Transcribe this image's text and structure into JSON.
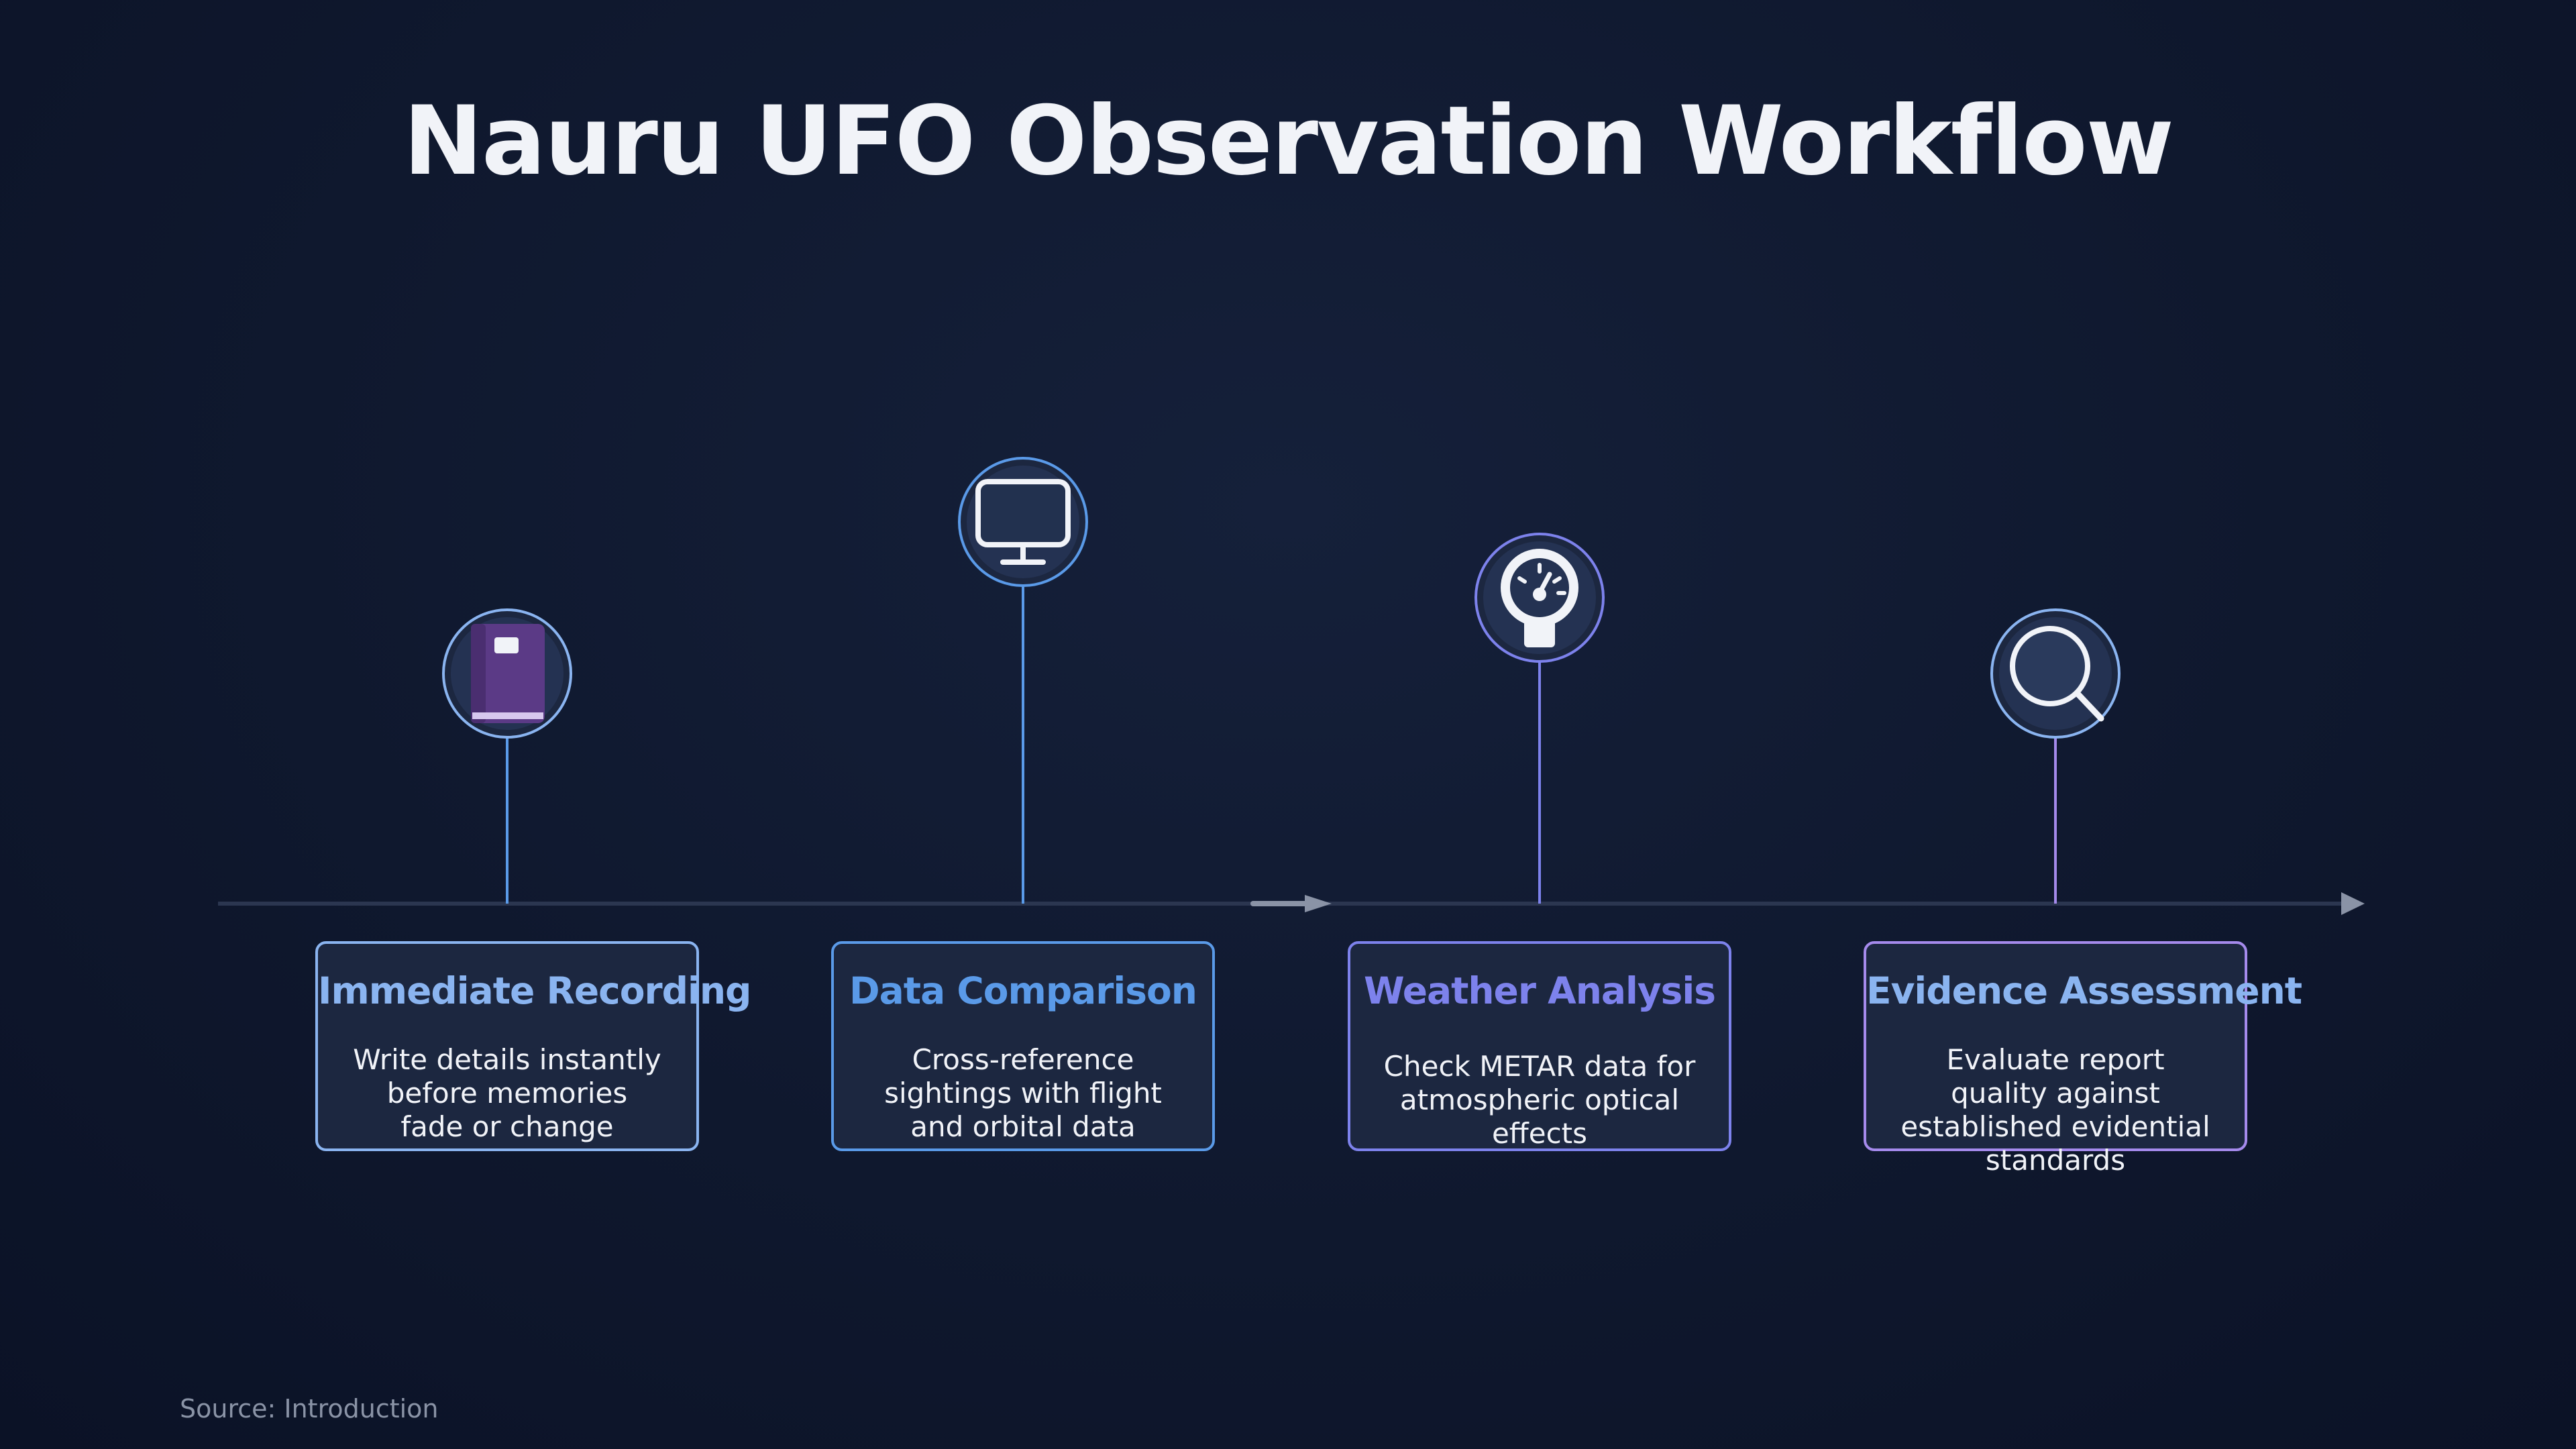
{
  "title": "Nauru UFO Observation Workflow",
  "steps": [
    {
      "title": "Immediate Recording",
      "description": "Write details instantly before memories fade or change",
      "icon": "notebook-icon",
      "accent": "#8ab4f0",
      "title_color": "#8ab4f0"
    },
    {
      "title": "Data Comparison",
      "description": "Cross-reference sightings with flight and orbital data",
      "icon": "monitor-icon",
      "accent": "#5a9ae8",
      "title_color": "#5a9ae8"
    },
    {
      "title": "Weather Analysis",
      "description": "Check METAR data for atmospheric optical effects",
      "icon": "gauge-icon",
      "accent": "#7d82ec",
      "title_color": "#7d82ec"
    },
    {
      "title": "Evidence Assessment",
      "description": "Evaluate report quality against established evidential standards",
      "icon": "magnifier-icon",
      "accent": "#a58aec",
      "title_color": "#8ab4f0"
    }
  ],
  "source": "Source: Introduction",
  "colors": {
    "background": "#0f182e",
    "timeline": "#2b3650",
    "arrow": "#8a93a6",
    "card_fill": "#1c2740",
    "text": "#f1f3f8"
  }
}
